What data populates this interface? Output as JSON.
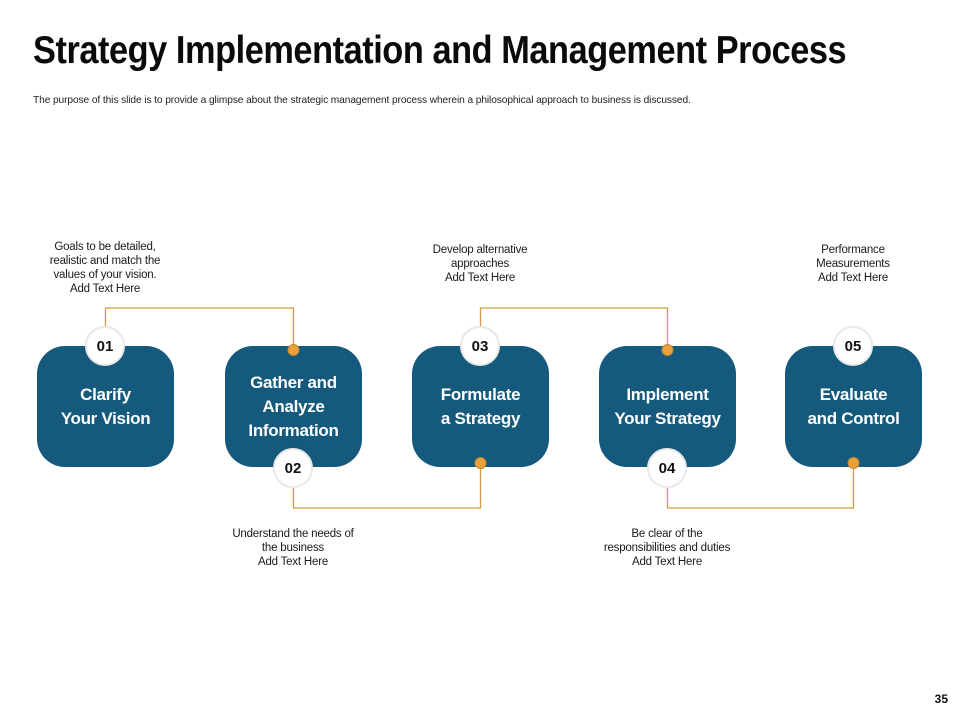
{
  "slide": {
    "title": "Strategy Implementation and Management Process",
    "subtitle": "The purpose of this slide is to provide a glimpse about the strategic management process wherein a philosophical approach to business is discussed.",
    "page_number": "35"
  },
  "colors": {
    "box_fill": "#155A7D",
    "box_text": "#FFFFFF",
    "connector": "#D79C3E",
    "connector_dot": "#E8A23C",
    "connector_dot_border": "#C0872F",
    "annotation_text": "#1A1A1A",
    "circle_fill": "#FFFFFF",
    "circle_border": "#E9E9E9",
    "number_text": "#111111"
  },
  "steps": [
    {
      "number": "01",
      "label": "Clarify\nYour Vision",
      "number_position": "top",
      "annotation": "Goals to be detailed,\nrealistic and match the\nvalues of your vision.\nAdd Text Here",
      "annotation_position": "top"
    },
    {
      "number": "02",
      "label": "Gather and\nAnalyze\nInformation",
      "number_position": "bottom",
      "annotation": "Understand the needs of\nthe business\nAdd Text Here",
      "annotation_position": "bottom"
    },
    {
      "number": "03",
      "label": "Formulate\na Strategy",
      "number_position": "top",
      "annotation": "Develop alternative\napproaches\nAdd Text Here",
      "annotation_position": "top"
    },
    {
      "number": "04",
      "label": "Implement\nYour Strategy",
      "number_position": "bottom",
      "annotation": "Be clear of the\nresponsibilities and duties\nAdd Text Here",
      "annotation_position": "bottom"
    },
    {
      "number": "05",
      "label": "Evaluate\nand Control",
      "number_position": "top",
      "annotation": "Performance\nMeasurements\nAdd Text Here",
      "annotation_position": "top"
    }
  ]
}
